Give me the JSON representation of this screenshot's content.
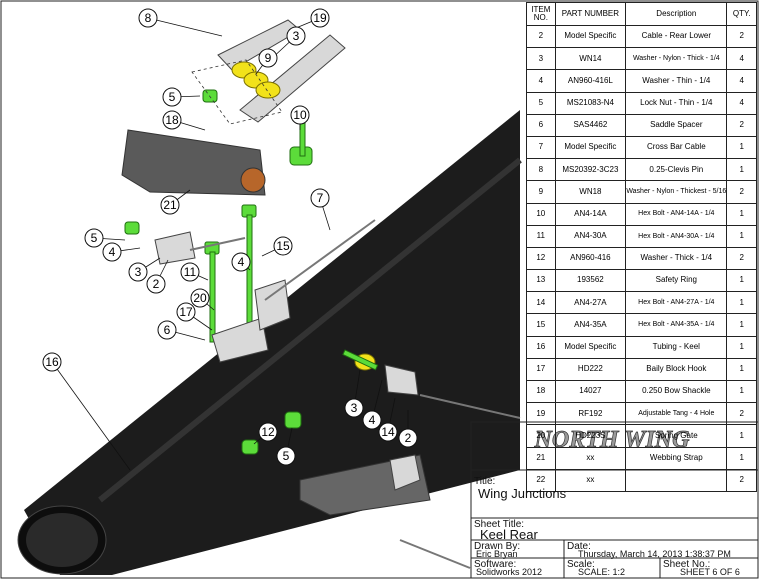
{
  "bom": {
    "headers": {
      "item": "ITEM NO.",
      "part": "PART NUMBER",
      "desc": "Description",
      "qty": "QTY."
    },
    "rows": [
      {
        "item": "2",
        "part": "Model Specific",
        "desc": "Cable - Rear Lower",
        "qty": "2"
      },
      {
        "item": "3",
        "part": "WN14",
        "desc": "Washer - Nylon - Thick - 1/4",
        "qty": "4"
      },
      {
        "item": "4",
        "part": "AN960-416L",
        "desc": "Washer - Thin - 1/4",
        "qty": "4"
      },
      {
        "item": "5",
        "part": "MS21083-N4",
        "desc": "Lock Nut - Thin - 1/4",
        "qty": "4"
      },
      {
        "item": "6",
        "part": "SAS4462",
        "desc": "Saddle Spacer",
        "qty": "2"
      },
      {
        "item": "7",
        "part": "Model Specific",
        "desc": "Cross Bar Cable",
        "qty": "1"
      },
      {
        "item": "8",
        "part": "MS20392-3C23",
        "desc": "0.25-Clevis Pin",
        "qty": "1"
      },
      {
        "item": "9",
        "part": "WN18",
        "desc": "Washer - Nylon - Thickest - 5/16",
        "qty": "2"
      },
      {
        "item": "10",
        "part": "AN4-14A",
        "desc": "Hex Bolt - AN4-14A - 1/4",
        "qty": "1"
      },
      {
        "item": "11",
        "part": "AN4-30A",
        "desc": "Hex Bolt - AN4-30A - 1/4",
        "qty": "1"
      },
      {
        "item": "12",
        "part": "AN960-416",
        "desc": "Washer - Thick - 1/4",
        "qty": "2"
      },
      {
        "item": "13",
        "part": "193562",
        "desc": "Safety Ring",
        "qty": "1"
      },
      {
        "item": "14",
        "part": "AN4-27A",
        "desc": "Hex Bolt - AN4-27A - 1/4",
        "qty": "1"
      },
      {
        "item": "15",
        "part": "AN4-35A",
        "desc": "Hex Bolt - AN4-35A - 1/4",
        "qty": "1"
      },
      {
        "item": "16",
        "part": "Model Specific",
        "desc": "Tubing - Keel",
        "qty": "1"
      },
      {
        "item": "17",
        "part": "HD222",
        "desc": "Baily Block Hook",
        "qty": "1"
      },
      {
        "item": "18",
        "part": "14027",
        "desc": "0.250 Bow Shackle",
        "qty": "1"
      },
      {
        "item": "19",
        "part": "RF192",
        "desc": "Adjustable Tang - 4 Hole",
        "qty": "2"
      },
      {
        "item": "20",
        "part": "HD223S",
        "desc": "Spring Gate",
        "qty": "1"
      },
      {
        "item": "21",
        "part": "xx",
        "desc": "Webbing Strap",
        "qty": "1"
      },
      {
        "item": "22",
        "part": "xx",
        "desc": "",
        "qty": "2"
      }
    ]
  },
  "title_block": {
    "logo": "NORTH WING",
    "title_label": "Title:",
    "title": "Wing Junctions",
    "sheet_title_label": "Sheet Title:",
    "sheet_title": "Keel Rear",
    "drawn_by_label": "Drawn By:",
    "drawn_by": "Eric Bryan",
    "date_label": "Date:",
    "date": "Thursday, March 14, 2013 1:38:37 PM",
    "software_label": "Software:",
    "software": "Solidworks 2012",
    "scale_label": "Scale:",
    "scale": "SCALE: 1:2",
    "sheet_no_label": "Sheet No.:",
    "sheet_no": "SHEET 6 OF 6"
  },
  "callouts": [
    "8",
    "19",
    "3",
    "9",
    "5",
    "18",
    "10",
    "21",
    "7",
    "5",
    "4",
    "3",
    "2",
    "15",
    "4",
    "11",
    "20",
    "17",
    "6",
    "16",
    "3",
    "4",
    "14",
    "2",
    "12",
    "5"
  ],
  "colors": {
    "fastener_green": "#5cdc3a",
    "washer_yellow": "#f2e21a",
    "tube_black": "#1c1c1c",
    "webbing_gray": "#555555"
  }
}
